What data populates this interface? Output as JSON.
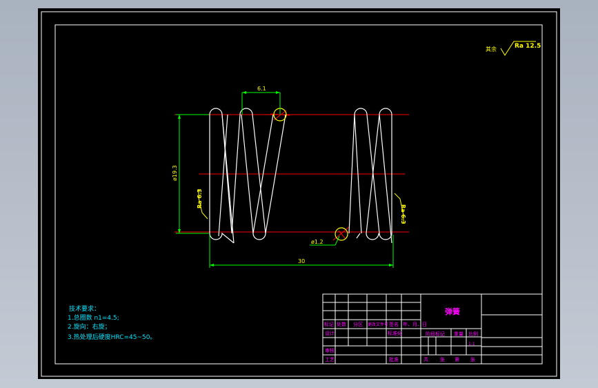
{
  "title_block": {
    "part_name": "弹簧",
    "header_labels": [
      "标记",
      "处数",
      "分区",
      "更改文件号",
      "签名",
      "年、月、日"
    ],
    "roles": [
      "设计",
      "标准化",
      "审核",
      "工艺",
      "批准"
    ],
    "stage_mark_label": "阶段标记",
    "weight_label": "重量",
    "scale_label": "比例",
    "scale_value": "1:1",
    "sheet_labels": [
      "共",
      "张",
      "第",
      "张"
    ]
  },
  "notes": {
    "heading": "技术要求：",
    "items": [
      "1.总圈数 n1=4.5;",
      "2.旋向：右旋；",
      "3.热处理后硬度HRC=45~50。"
    ]
  },
  "roughness": {
    "general_prefix": "其余",
    "general_value": "Ra 12.5",
    "left_value": "Ra 6.3",
    "right_value": "Ra 6.3"
  },
  "dimensions": {
    "pitch": "6.1",
    "outer_diameter": "ø19.3",
    "wire_diameter": "ø1.2",
    "free_length": "30"
  },
  "colors": {
    "background": "#000000",
    "frame": "#ffffff",
    "center_line": "#ff0000",
    "dimension": "#00ff00",
    "text_yellow": "#ffff00",
    "text_cyan": "#00e5ff",
    "text_magenta": "#ff00ff"
  }
}
